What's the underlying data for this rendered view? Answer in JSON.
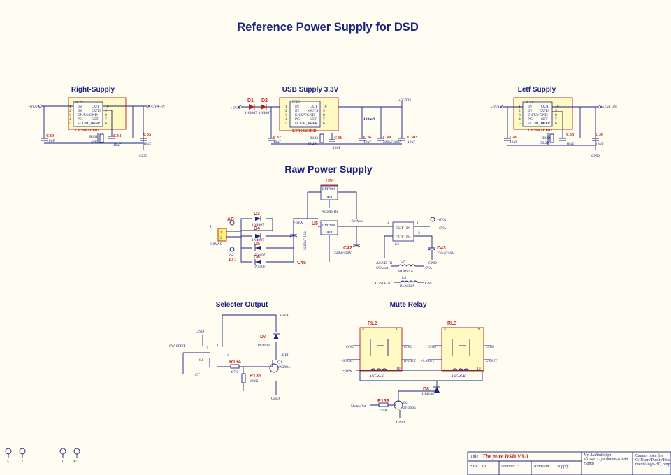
{
  "title": "Reference Power Supply for DSD",
  "sections": {
    "right_supply": "Right-Supply",
    "usb_supply": "USB Supply 3.3V",
    "left_supply": "Letf Supply",
    "raw": "Raw Power Supply",
    "selecter": "Selecter Output",
    "mute": "Mute Relay"
  },
  "regulator": {
    "pins_left": [
      "IN",
      "IN",
      "EN/UVGND",
      "PG",
      "FLT/M_PGFR"
    ],
    "pins_right": [
      "OUT",
      "OUTS",
      "SET",
      "SET"
    ],
    "pin_nums_left": [
      "1",
      "2",
      "3",
      "4",
      "5"
    ],
    "pin_nums_right": [
      "10",
      "9",
      "8",
      "7",
      "6"
    ],
    "part": "LT3042EDD"
  },
  "right_supply": {
    "ref": "IC22",
    "in": "+6VA",
    "out": "+5VA-IN",
    "caps": [
      "C39",
      "C34",
      "C35"
    ],
    "cap_vals": [
      "10uF",
      "10uF",
      "10uF"
    ],
    "res": "R131",
    "res_val": "49K",
    "gnd": "GND"
  },
  "usb_supply": {
    "ref": "IC20",
    "in": "+6VA",
    "out": "+3.3VU",
    "diodes": [
      "D1",
      "D2"
    ],
    "diode_part": "1N4007",
    "caps": [
      "C37",
      "C41",
      "C36",
      "C44",
      "C38*"
    ],
    "cap_vals": [
      "10uF",
      "10uF",
      "10uF",
      "220uF/16V",
      "10uF"
    ],
    "res": "R133",
    "res_val": "33.2K",
    "current": "100mA"
  },
  "left_supply": {
    "ref": "IC21",
    "in": "+6VA",
    "out": "+5VL-IN",
    "caps": [
      "C40",
      "C33",
      "C36"
    ],
    "cap_vals": [
      "10uF",
      "10uF",
      "10uF"
    ],
    "res": "R132",
    "res_val": "33.2K",
    "gnd": "GND"
  },
  "raw": {
    "connector": "J1",
    "conn_val": "6-9VAC",
    "ac": [
      "AC",
      "AC"
    ],
    "a": [
      "A1",
      "A2"
    ],
    "diodes": [
      "D3",
      "D4",
      "D5",
      "D6"
    ],
    "diode_part": "1N4007",
    "reg_top": "U5*",
    "reg_main": "U5",
    "reg_part": "LM7806",
    "adj": "ADJ",
    "agnd_in": "AGND-IN",
    "plus_6va": "+6VA",
    "plus_6vaout": "+6VAout",
    "c45": "C45",
    "c45_val": "2200uF/16V",
    "c42": "C42",
    "c42_val": "220uF/16V",
    "c43": "C43",
    "c43_val": "220uF/16V",
    "filter": "L6",
    "filter_pins": [
      "OUT",
      "IN",
      "OUT",
      "IN"
    ],
    "l7": "L7",
    "l8": "L8",
    "bead": "BLM31A",
    "gnd": "GND",
    "agnd_label": "AGND-IN",
    "plus_6vaout_label": "+6VAout",
    "plus_6va_label": "+6VA",
    "out_label": "+6VA"
  },
  "selecter": {
    "switch": "S4",
    "switch_label": "SW-SPDT",
    "gnd": "GND",
    "ct": "CT",
    "r134": "R134",
    "r134_val": "4.7K",
    "r135": "R135",
    "r135_val": "220K",
    "d7": "D7",
    "d7_part": "1N4148",
    "q1": "Q1",
    "q1_part": "2N3904",
    "vcc": "+6VA",
    "rel": "-REL",
    "pin_labels": [
      "1",
      "2",
      "3"
    ]
  },
  "mute": {
    "rl2": "RL2",
    "rl3": "RL3",
    "relay_part": "AK5W-K",
    "gnd_labels": [
      "GND",
      "GND",
      "GND",
      "GND"
    ],
    "r_out_in": "+R-OUT",
    "r_out": "R-OUT",
    "l_out_in": "+L-OUT",
    "l_out": "L-OUT",
    "vcc": "+6VA",
    "d8": "D8",
    "d8_part": "1N4148",
    "r136": "R136",
    "r136_val": "220K",
    "q2": "Q2",
    "q2_part": "2N3904",
    "mute_out": "Mute-Out",
    "gnd": "GND",
    "pins": [
      "5",
      "6",
      "4",
      "8",
      "1",
      "10"
    ]
  },
  "holes": [
    "5",
    "3",
    "1",
    "IG1"
  ],
  "title_block": {
    "title_label": "Title",
    "title": "The pure DSD V3.0",
    "size_label": "Size",
    "size": "A3",
    "number_label": "Number",
    "number": "3",
    "revision_label": "Revision",
    "revision": "Supply",
    "org": "Hy-Audiodesign",
    "org_line2": "P116(CT1) Kanvan-Kinda",
    "org_line3": "Hanoi",
    "file_line1": "Cannot open file",
    "file_line2": "C:\\Users\\Public\\Doc",
    "file_line3": "ments\\logo-HQ.bmp"
  }
}
